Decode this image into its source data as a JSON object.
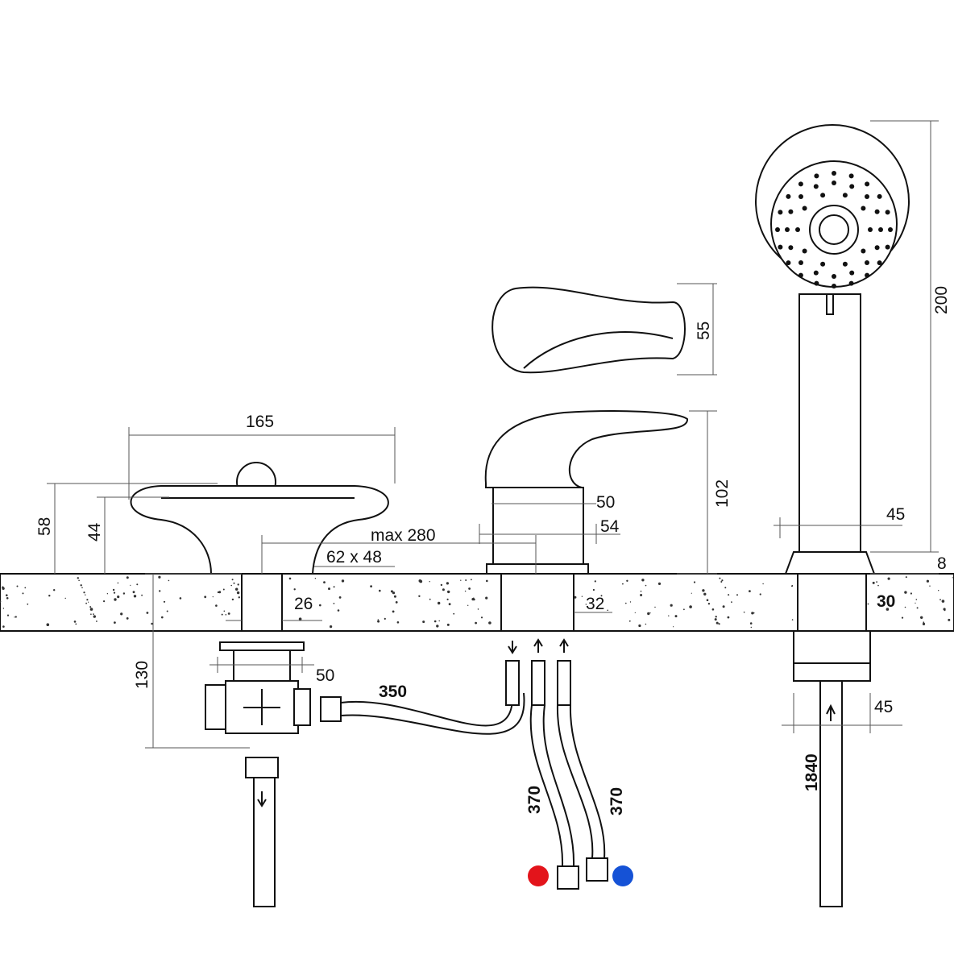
{
  "title": "Bath mixer installation diagram",
  "dimensions": {
    "spout_width": "165",
    "spout_height": "58",
    "spout_body_height": "44",
    "max_spacing": "max 280",
    "hole_size": "62 x 48",
    "spout_pipe": "26",
    "valve_height": "130",
    "valve_width": "50",
    "hose_diverter": "350",
    "mixer_body": "50",
    "mixer_base": "54",
    "mixer_height": "102",
    "lever_height": "55",
    "mixer_pipe": "32",
    "hose_hot": "370",
    "hose_cold": "370",
    "shower_height": "200",
    "shower_handle": "45",
    "shower_base": "8",
    "shower_pipe": "30",
    "shower_nut": "45",
    "shower_hose": "1840"
  },
  "colors": {
    "hot": "#e3141b",
    "cold": "#1552d6"
  }
}
